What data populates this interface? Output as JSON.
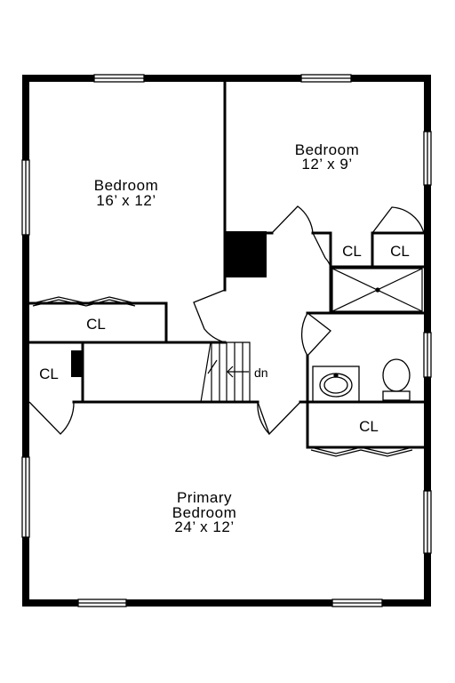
{
  "rooms": {
    "bedroom_left": {
      "name": "Bedroom",
      "size": "16’ x 12’"
    },
    "bedroom_right": {
      "name": "Bedroom",
      "size": "12’ x 9’"
    },
    "primary": {
      "name": "Primary",
      "name2": "Bedroom",
      "size": "24’ x 12’"
    }
  },
  "closets": {
    "cl_1": "CL",
    "cl_2": "CL",
    "cl_3": "CL",
    "cl_4": "CL",
    "cl_5": "CL"
  },
  "stairs": {
    "label": "dn",
    "arrow": "left-arrow-icon"
  },
  "colors": {
    "wall": "#000000",
    "background": "#ffffff"
  }
}
